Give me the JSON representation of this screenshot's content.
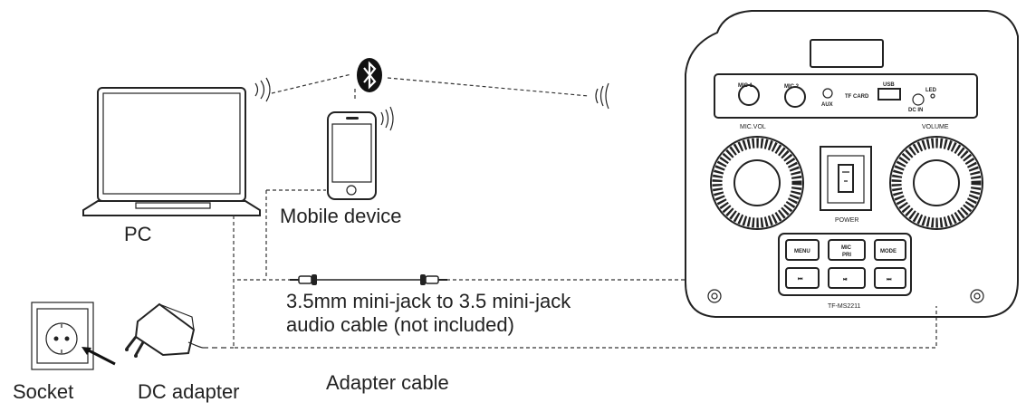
{
  "labels": {
    "pc": "PC",
    "mobile": "Mobile device",
    "cable_line1": "3.5mm mini-jack to 3.5 mini-jack",
    "cable_line2": "audio cable (not included)",
    "socket": "Socket",
    "dc_adapter": "DC adapter",
    "adapter_cable": "Adapter cable"
  },
  "device_panel": {
    "mic1": "MIC 1",
    "mic2": "MIC 2",
    "aux": "AUX",
    "tf_card": "TF CARD",
    "usb": "USB",
    "led": "LED",
    "dc_in": "DC IN",
    "mic_vol": "MIC.VOL",
    "volume": "VOLUME",
    "power": "POWER",
    "model": "TF-MS2211"
  },
  "buttons": {
    "menu": "MENU",
    "mic_pri_1": "MIC",
    "mic_pri_2": "PRI",
    "mode": "MODE",
    "prev": "⏮",
    "play": "⏯",
    "next": "⏭"
  },
  "icons": {
    "bluetooth": "bluetooth-icon"
  }
}
